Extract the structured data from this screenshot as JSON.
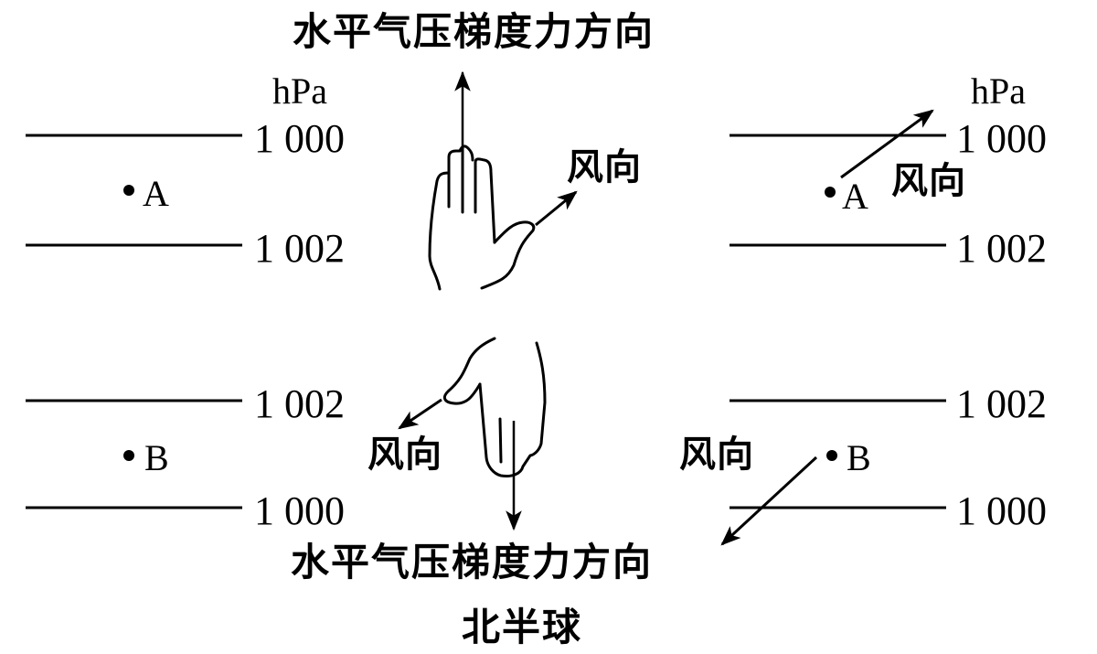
{
  "title_top": "水平气压梯度力方向",
  "title_bottom": "水平气压梯度力方向",
  "caption": "北半球",
  "unit_label": "hPa",
  "wind_label": "风向",
  "left_panel": {
    "upper": {
      "isobar_top": "1 000",
      "isobar_bottom": "1 002",
      "point_label": "A"
    },
    "lower": {
      "isobar_top": "1 002",
      "isobar_bottom": "1 000",
      "point_label": "B"
    }
  },
  "right_panel": {
    "upper": {
      "isobar_top": "1 000",
      "isobar_bottom": "1 002",
      "point_label": "A",
      "wind_label": "风向"
    },
    "lower": {
      "isobar_top": "1 002",
      "isobar_bottom": "1 000",
      "point_label": "B",
      "wind_label": "风向"
    }
  },
  "hands": {
    "upper": {
      "description": "right hand, fingers point toward pressure gradient force, thumb shows wind direction",
      "wind_label": "风向"
    },
    "lower": {
      "description": "right hand pointing down, thumb shows wind direction",
      "wind_label": "风向"
    }
  },
  "colors": {
    "ink": "#000000",
    "background": "#ffffff"
  }
}
